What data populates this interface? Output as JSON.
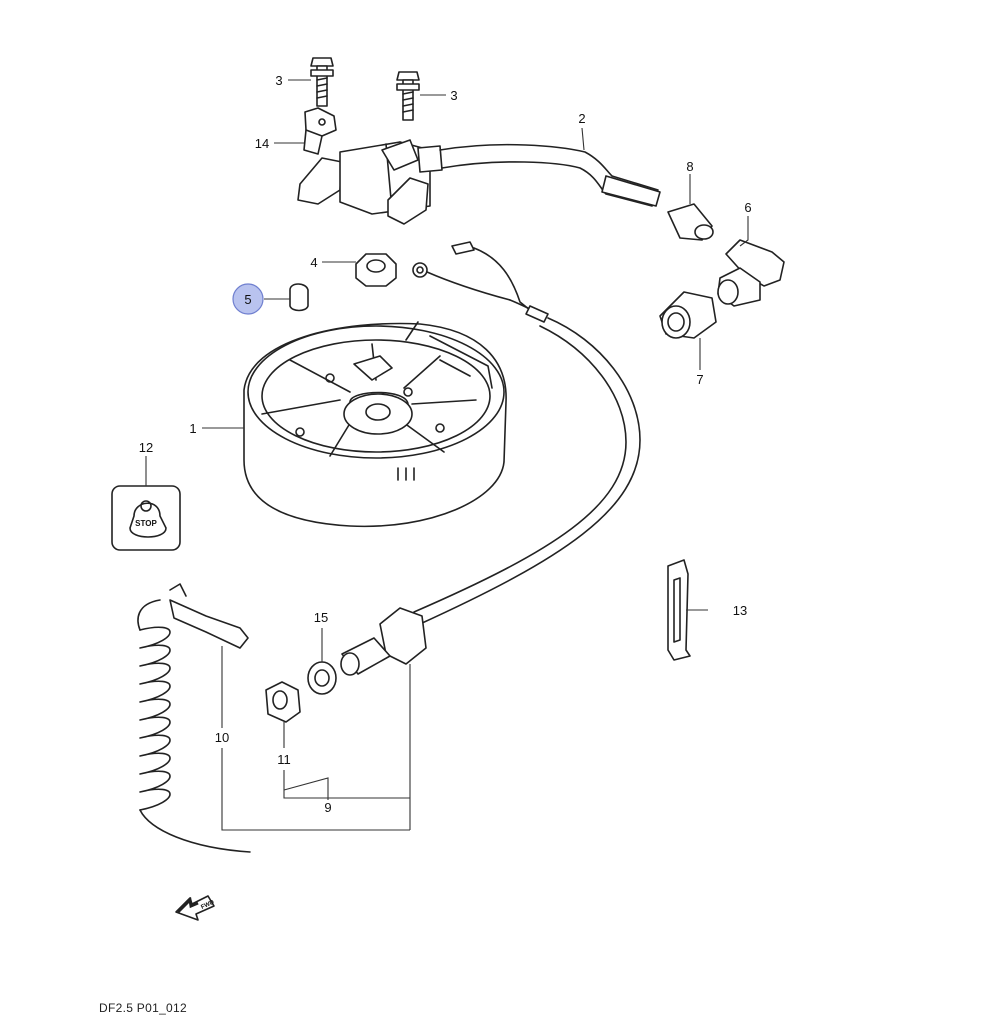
{
  "diagram_code": "DF2.5 P01_012",
  "stop_label": "STOP",
  "fwd_label": "FWD",
  "highlighted_callout": "5",
  "callouts": {
    "c1": "1",
    "c2": "2",
    "c3a": "3",
    "c3b": "3",
    "c4": "4",
    "c5": "5",
    "c6": "6",
    "c7": "7",
    "c8": "8",
    "c9": "9",
    "c10": "10",
    "c11": "11",
    "c12": "12",
    "c13": "13",
    "c14": "14",
    "c15": "15"
  },
  "colors": {
    "line": "#222222",
    "highlight_fill": "#b9c3ef",
    "highlight_stroke": "#6f7fcf"
  }
}
